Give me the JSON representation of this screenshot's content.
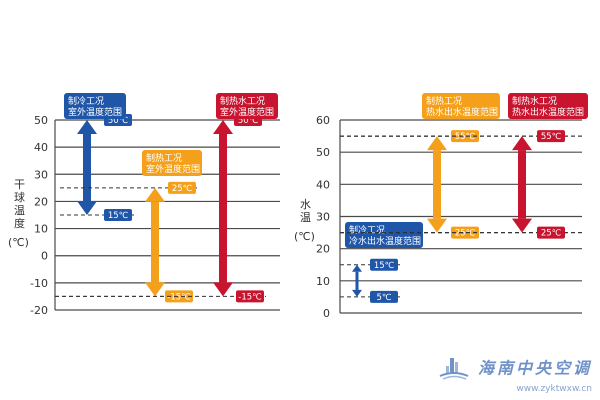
{
  "colors": {
    "blue": "#1f56a8",
    "orange": "#f5a01a",
    "red": "#c8142e",
    "grid": "#4a4a4a"
  },
  "watermark": {
    "title": "海南中央空调",
    "url": "www.zyktwxw.cn",
    "icon": "logo-icon"
  },
  "chart_data": [
    {
      "type": "range",
      "ylabel": "干球温度(℃)",
      "ylim": [
        -20,
        50
      ],
      "yticks": [
        50,
        40,
        30,
        20,
        10,
        0,
        -10,
        -20
      ],
      "ytick_labels": [
        "50",
        "40",
        "30",
        "20",
        "10",
        "0",
        "-10",
        "-20"
      ],
      "series": [
        {
          "name": "制冷工况 室外温度范围",
          "label_lines": [
            "制冷工况",
            "室外温度范围"
          ],
          "color": "blue",
          "low": 15,
          "high": 50,
          "low_label": "15℃",
          "high_label": "50℃"
        },
        {
          "name": "制热工况 室外温度范围",
          "label_lines": [
            "制热工况",
            "室外温度范围"
          ],
          "color": "orange",
          "low": -15,
          "high": 25,
          "low_label": "-15℃",
          "high_label": "25℃"
        },
        {
          "name": "制热水工况 室外温度范围",
          "label_lines": [
            "制热水工况",
            "室外温度范围"
          ],
          "color": "red",
          "low": -15,
          "high": 50,
          "low_label": "-15℃",
          "high_label": "50℃"
        }
      ]
    },
    {
      "type": "range",
      "ylabel": "水温(℃)",
      "ylim": [
        0,
        60
      ],
      "yticks": [
        60,
        50,
        40,
        30,
        20,
        10,
        0
      ],
      "ytick_labels": [
        "60",
        "50",
        "40",
        "30",
        "20",
        "10",
        "0"
      ],
      "series": [
        {
          "name": "制冷工况 冷水出水温度范围",
          "label_lines": [
            "制冷工况",
            "冷水出水温度范围"
          ],
          "color": "blue",
          "low": 5,
          "high": 15,
          "low_label": "5℃",
          "high_label": "15℃"
        },
        {
          "name": "制热工况 热水出水温度范围",
          "label_lines": [
            "制热工况",
            "热水出水温度范围"
          ],
          "color": "orange",
          "low": 25,
          "high": 55,
          "low_label": "25℃",
          "high_label": "55℃"
        },
        {
          "name": "制热水工况 热水出水温度范围",
          "label_lines": [
            "制热水工况",
            "热水出水温度范围"
          ],
          "color": "red",
          "low": 25,
          "high": 55,
          "low_label": "25℃",
          "high_label": "55℃"
        }
      ]
    }
  ]
}
